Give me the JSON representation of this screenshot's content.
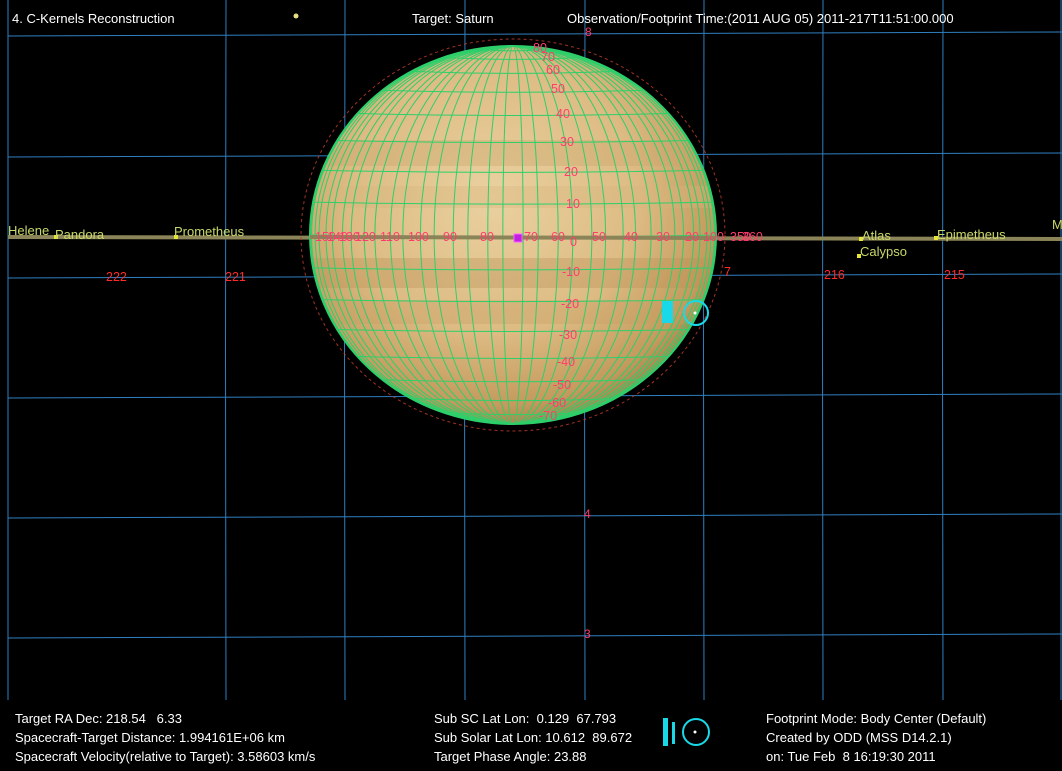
{
  "header": {
    "title": "4. C-Kernels Reconstruction",
    "target": "Target: Saturn",
    "time": "Observation/Footprint Time:(2011 AUG 05) 2011-217T11:51:00.000"
  },
  "moons": {
    "helene": "Helene",
    "pandora": "Pandora",
    "prometheus": "Prometheus",
    "atlas": "Atlas",
    "calypso": "Calypso",
    "epimetheus": "Epimetheus",
    "edge": "M"
  },
  "orbit_numbers": [
    "222",
    "221",
    "7",
    "216",
    "215"
  ],
  "grid_numbers": [
    "8",
    "4",
    "3"
  ],
  "longitude_labels": [
    "150",
    "140",
    "130",
    "120",
    "110",
    "100",
    "90",
    "80",
    "70",
    "60",
    "50",
    "40",
    "30",
    "20",
    "10",
    "0",
    "350",
    "360"
  ],
  "latitude_labels": [
    "80",
    "70",
    "60",
    "50",
    "40",
    "30",
    "20",
    "10",
    "0",
    "-10",
    "-20",
    "-30",
    "-40",
    "-50",
    "-60",
    "-70"
  ],
  "info_left": {
    "line1": "Target RA Dec: 218.54   6.33",
    "line2": "Spacecraft-Target Distance: 1.994161E+06 km",
    "line3": "Spacecraft Velocity(relative to Target): 3.58603 km/s"
  },
  "info_mid": {
    "line1": "Sub SC Lat Lon:  0.129  67.793",
    "line2": "Sub Solar Lat Lon: 10.612  89.672",
    "line3": "Target Phase Angle: 23.88"
  },
  "info_right": {
    "line1": "Footprint Mode: Body Center (Default)",
    "line2": "Created by ODD (MSS D14.2.1)",
    "line3": "on: Tue Feb  8 16:19:30 2011"
  },
  "colors": {
    "grid": "#2f7fc0",
    "planet_grid": "#2ecf6a",
    "labels": "#ff3c6e",
    "ring": "#8a8458",
    "marker": "#19d8e8"
  },
  "icons": [
    "spacecraft-icon",
    "footprint-circle-icon",
    "subsc-marker-icon",
    "star-icon"
  ]
}
